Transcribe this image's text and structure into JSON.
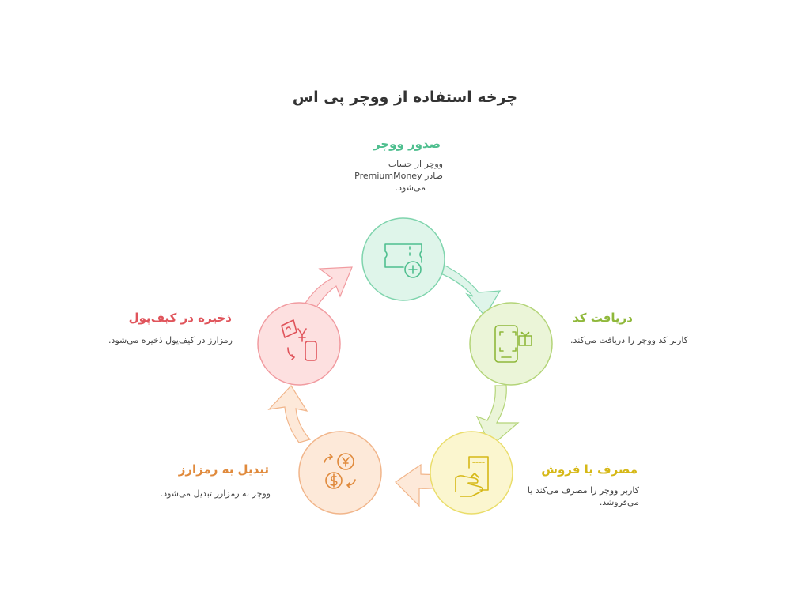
{
  "title": "چرخه استفاده از ووچر پی اس",
  "steps": [
    {
      "id": "issue",
      "title": "صدور ووچر",
      "desc_lines": [
        "ووچر از حساب",
        "صادر PremiumMoney",
        "می‌شود."
      ],
      "color": "#4fbf8f",
      "fill": "#dff5ea",
      "stroke": "#7fd4ad",
      "icon": "ticket-plus-icon"
    },
    {
      "id": "receive",
      "title": "دریافت کد",
      "desc_lines": [
        "کاربر کد ووچر را دریافت می‌کند."
      ],
      "color": "#8fb83a",
      "fill": "#ebf5d8",
      "stroke": "#b3d478",
      "icon": "phone-gift-icon"
    },
    {
      "id": "spend",
      "title": "مصرف یا فروش",
      "desc_lines": [
        "کاربر ووچر را مصرف می‌کند یا",
        "می‌فروشد."
      ],
      "color": "#d6b817",
      "fill": "#fbf6cf",
      "stroke": "#eadd6a",
      "icon": "hand-receipt-icon"
    },
    {
      "id": "convert",
      "title": "تبدیل به رمزارز",
      "desc_lines": [
        "ووچر به رمزارز تبدیل می‌شود."
      ],
      "color": "#e08a3c",
      "fill": "#fde9d9",
      "stroke": "#f1b58a",
      "icon": "currency-exchange-icon"
    },
    {
      "id": "store",
      "title": "ذخیره در کیف‌پول",
      "desc_lines": [
        "رمزارز در کیف‌پول ذخیره می‌شود."
      ],
      "color": "#e0545b",
      "fill": "#fde0e0",
      "stroke": "#f19ba0",
      "icon": "yen-phone-icon"
    }
  ]
}
